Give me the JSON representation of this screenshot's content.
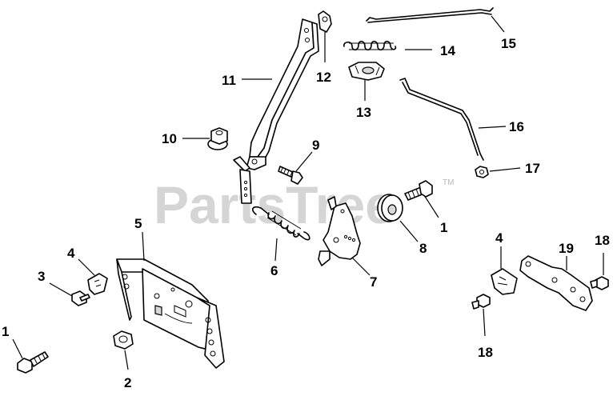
{
  "watermark": {
    "text": "PartsTree",
    "trademark": "TM"
  },
  "callouts": [
    {
      "id": "c-1a",
      "label": "1"
    },
    {
      "id": "c-1b",
      "label": "1"
    },
    {
      "id": "c-2",
      "label": "2"
    },
    {
      "id": "c-3",
      "label": "3"
    },
    {
      "id": "c-4a",
      "label": "4"
    },
    {
      "id": "c-4b",
      "label": "4"
    },
    {
      "id": "c-5",
      "label": "5"
    },
    {
      "id": "c-6",
      "label": "6"
    },
    {
      "id": "c-7",
      "label": "7"
    },
    {
      "id": "c-8",
      "label": "8"
    },
    {
      "id": "c-9",
      "label": "9"
    },
    {
      "id": "c-10",
      "label": "10"
    },
    {
      "id": "c-11",
      "label": "11"
    },
    {
      "id": "c-12",
      "label": "12"
    },
    {
      "id": "c-13",
      "label": "13"
    },
    {
      "id": "c-14",
      "label": "14"
    },
    {
      "id": "c-15",
      "label": "15"
    },
    {
      "id": "c-16",
      "label": "16"
    },
    {
      "id": "c-17",
      "label": "17"
    },
    {
      "id": "c-18a",
      "label": "18"
    },
    {
      "id": "c-18b",
      "label": "18"
    },
    {
      "id": "c-19",
      "label": "19"
    }
  ]
}
